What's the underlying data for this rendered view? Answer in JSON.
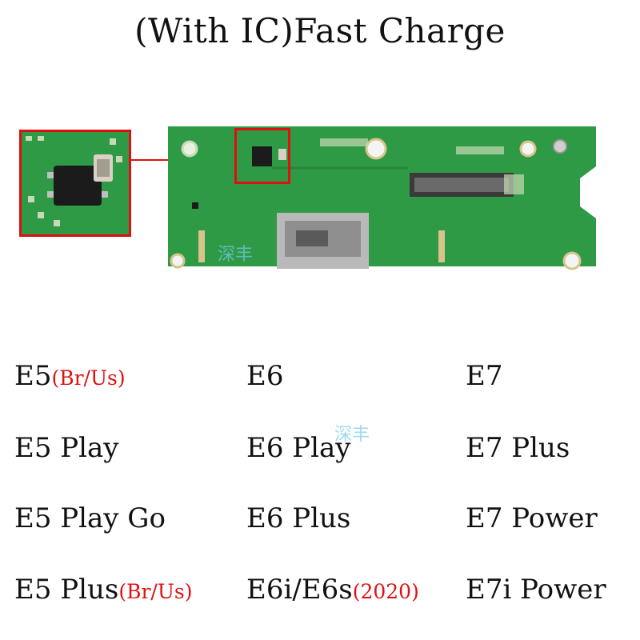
{
  "title": "(With IC)Fast Charge",
  "watermark": "深丰",
  "models": {
    "col1": [
      {
        "name": "E5",
        "note": "(Br/Us)"
      },
      {
        "name": "E5 Play",
        "note": ""
      },
      {
        "name": "E5 Play Go",
        "note": ""
      },
      {
        "name": "E5 Plus",
        "note": "(Br/Us)"
      }
    ],
    "col2": [
      {
        "name": "E6",
        "note": ""
      },
      {
        "name": "E6 Play",
        "note": ""
      },
      {
        "name": "E6 Plus",
        "note": ""
      },
      {
        "name": "E6i/E6s",
        "note": "(2020)"
      }
    ],
    "col3": [
      {
        "name": "E7",
        "note": ""
      },
      {
        "name": "E7 Plus",
        "note": ""
      },
      {
        "name": "E7 Power",
        "note": ""
      },
      {
        "name": "E7i Power",
        "note": ""
      }
    ]
  },
  "colors": {
    "pcb": "#2f9a45",
    "highlight": "#e01010"
  }
}
